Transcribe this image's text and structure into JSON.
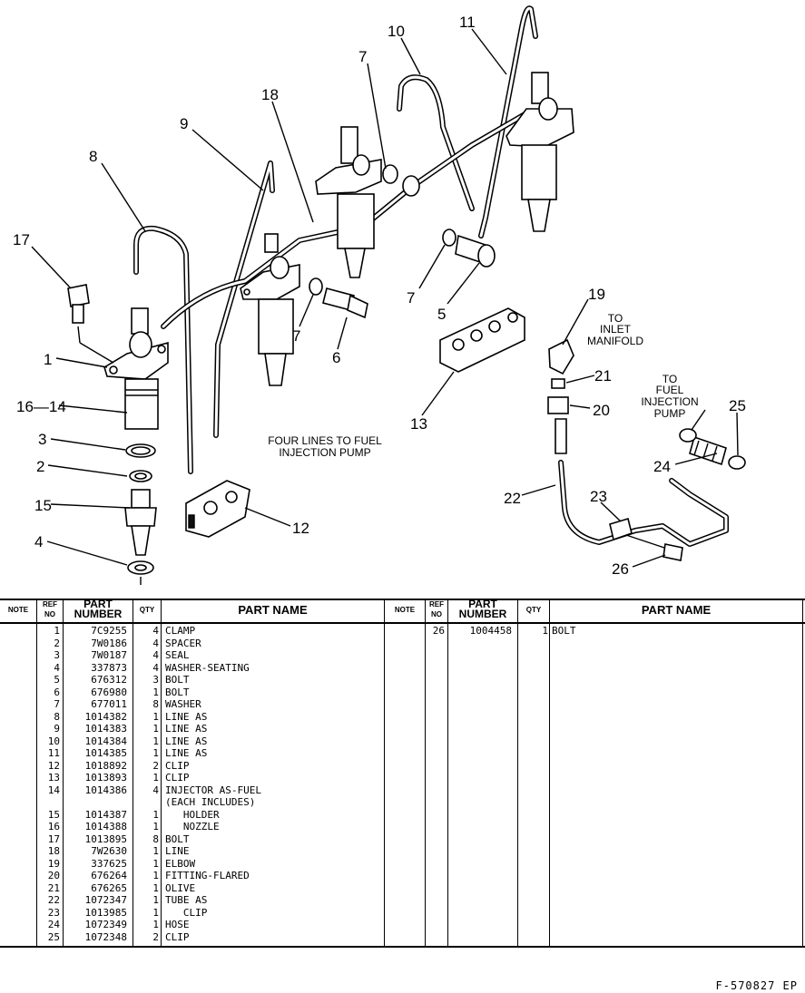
{
  "diagram": {
    "callouts": [
      "1",
      "2",
      "3",
      "4",
      "5",
      "6",
      "7",
      "7",
      "7",
      "8",
      "9",
      "10",
      "11",
      "12",
      "13",
      "16—14",
      "15",
      "17",
      "18",
      "19",
      "20",
      "21",
      "22",
      "23",
      "24",
      "25",
      "26"
    ],
    "annotations": {
      "four_lines": [
        "FOUR LINES TO FUEL",
        "INJECTION PUMP"
      ],
      "inlet": [
        "TO",
        "INLET",
        "MANIFOLD"
      ],
      "pump": [
        "TO",
        "FUEL",
        "INJECTION",
        "PUMP"
      ]
    }
  },
  "table": {
    "headers": {
      "note": "NOTE",
      "ref_no": [
        "REF",
        "NO"
      ],
      "part_number": [
        "PART",
        "NUMBER"
      ],
      "qty": "QTY",
      "part_name": "PART NAME"
    },
    "left_rows": [
      {
        "ref": "1",
        "pn": "7C9255",
        "qty": "4",
        "name": "CLAMP"
      },
      {
        "ref": "2",
        "pn": "7W0186",
        "qty": "4",
        "name": "SPACER"
      },
      {
        "ref": "3",
        "pn": "7W0187",
        "qty": "4",
        "name": "SEAL"
      },
      {
        "ref": "4",
        "pn": "337873",
        "qty": "4",
        "name": "WASHER-SEATING"
      },
      {
        "ref": "5",
        "pn": "676312",
        "qty": "3",
        "name": "BOLT"
      },
      {
        "ref": "6",
        "pn": "676980",
        "qty": "1",
        "name": "BOLT"
      },
      {
        "ref": "7",
        "pn": "677011",
        "qty": "8",
        "name": "WASHER"
      },
      {
        "ref": "8",
        "pn": "1014382",
        "qty": "1",
        "name": "LINE AS"
      },
      {
        "ref": "9",
        "pn": "1014383",
        "qty": "1",
        "name": "LINE AS"
      },
      {
        "ref": "10",
        "pn": "1014384",
        "qty": "1",
        "name": "LINE AS"
      },
      {
        "ref": "11",
        "pn": "1014385",
        "qty": "1",
        "name": "LINE AS"
      },
      {
        "ref": "12",
        "pn": "1018892",
        "qty": "2",
        "name": "CLIP"
      },
      {
        "ref": "13",
        "pn": "1013893",
        "qty": "1",
        "name": "CLIP"
      },
      {
        "ref": "14",
        "pn": "1014386",
        "qty": "4",
        "name": "INJECTOR AS-FUEL"
      },
      {
        "ref": "",
        "pn": "",
        "qty": "",
        "name": "(EACH INCLUDES)"
      },
      {
        "ref": "15",
        "pn": "1014387",
        "qty": "1",
        "name": "   HOLDER"
      },
      {
        "ref": "16",
        "pn": "1014388",
        "qty": "1",
        "name": "   NOZZLE"
      },
      {
        "ref": "17",
        "pn": "1013895",
        "qty": "8",
        "name": "BOLT"
      },
      {
        "ref": "18",
        "pn": "7W2630",
        "qty": "1",
        "name": "LINE"
      },
      {
        "ref": "19",
        "pn": "337625",
        "qty": "1",
        "name": "ELBOW"
      },
      {
        "ref": "20",
        "pn": "676264",
        "qty": "1",
        "name": "FITTING-FLARED"
      },
      {
        "ref": "21",
        "pn": "676265",
        "qty": "1",
        "name": "OLIVE"
      },
      {
        "ref": "22",
        "pn": "1072347",
        "qty": "1",
        "name": "TUBE AS"
      },
      {
        "ref": "23",
        "pn": "1013985",
        "qty": "1",
        "name": "   CLIP"
      },
      {
        "ref": "24",
        "pn": "1072349",
        "qty": "1",
        "name": "HOSE"
      },
      {
        "ref": "25",
        "pn": "1072348",
        "qty": "2",
        "name": "CLIP"
      }
    ],
    "right_rows": [
      {
        "ref": "26",
        "pn": "1004458",
        "qty": "1",
        "name": "BOLT"
      }
    ]
  },
  "footer": {
    "figure_id": "F-570827 EP"
  }
}
